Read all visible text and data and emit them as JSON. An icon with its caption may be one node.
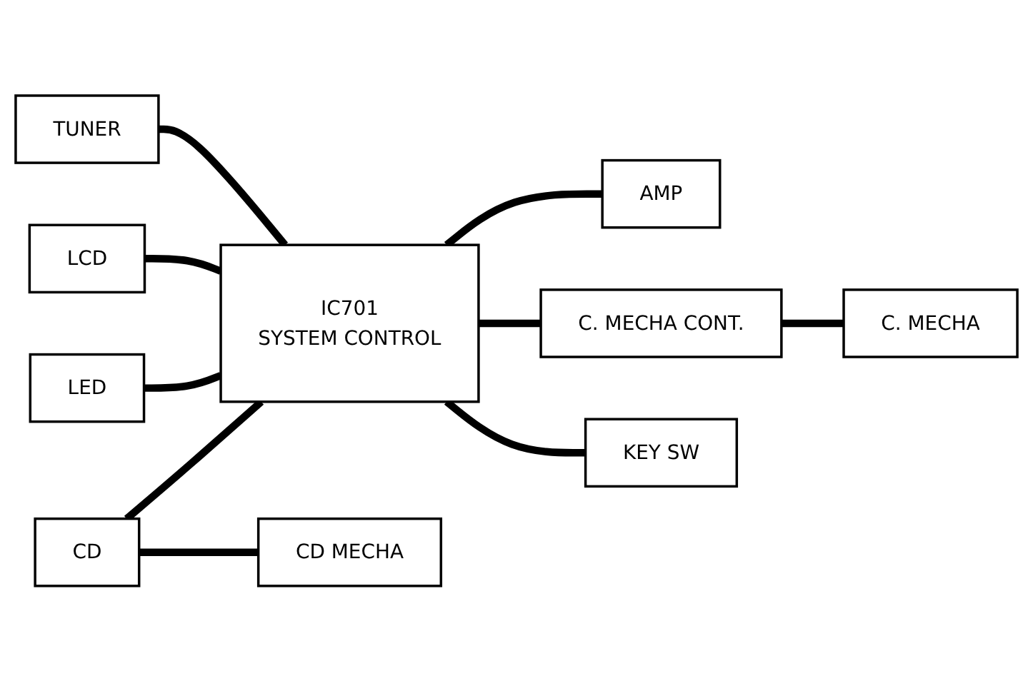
{
  "diagram": {
    "nodes": [
      {
        "text": [
          "IC701",
          "SYSTEM CONTROL"
        ]
      },
      {
        "text": [
          "TUNER"
        ]
      },
      {
        "text": [
          "LCD"
        ]
      },
      {
        "text": [
          "LED"
        ]
      },
      {
        "text": [
          "AMP"
        ]
      },
      {
        "text": [
          "CD"
        ]
      },
      {
        "text": [
          "CD MECHA"
        ]
      },
      {
        "text": [
          "C. MECHA CONT."
        ]
      },
      {
        "text": [
          "C. MECHA"
        ]
      },
      {
        "text": [
          "KEY SW"
        ]
      }
    ],
    "edges": [
      {
        "from": 1,
        "to": 0,
        "arrow": "none"
      },
      {
        "from": 2,
        "to": 0,
        "arrow": "none"
      },
      {
        "from": 3,
        "to": 0,
        "arrow": "none"
      },
      {
        "from": 0,
        "to": 4,
        "arrow": "none"
      },
      {
        "from": 5,
        "to": 0,
        "arrow": "none"
      },
      {
        "from": 5,
        "to": 6,
        "arrow": "none"
      },
      {
        "from": 0,
        "to": 7,
        "arrow": "none"
      },
      {
        "from": 7,
        "to": 8,
        "arrow": "none"
      },
      {
        "from": 0,
        "to": 9,
        "arrow": "none"
      }
    ]
  }
}
